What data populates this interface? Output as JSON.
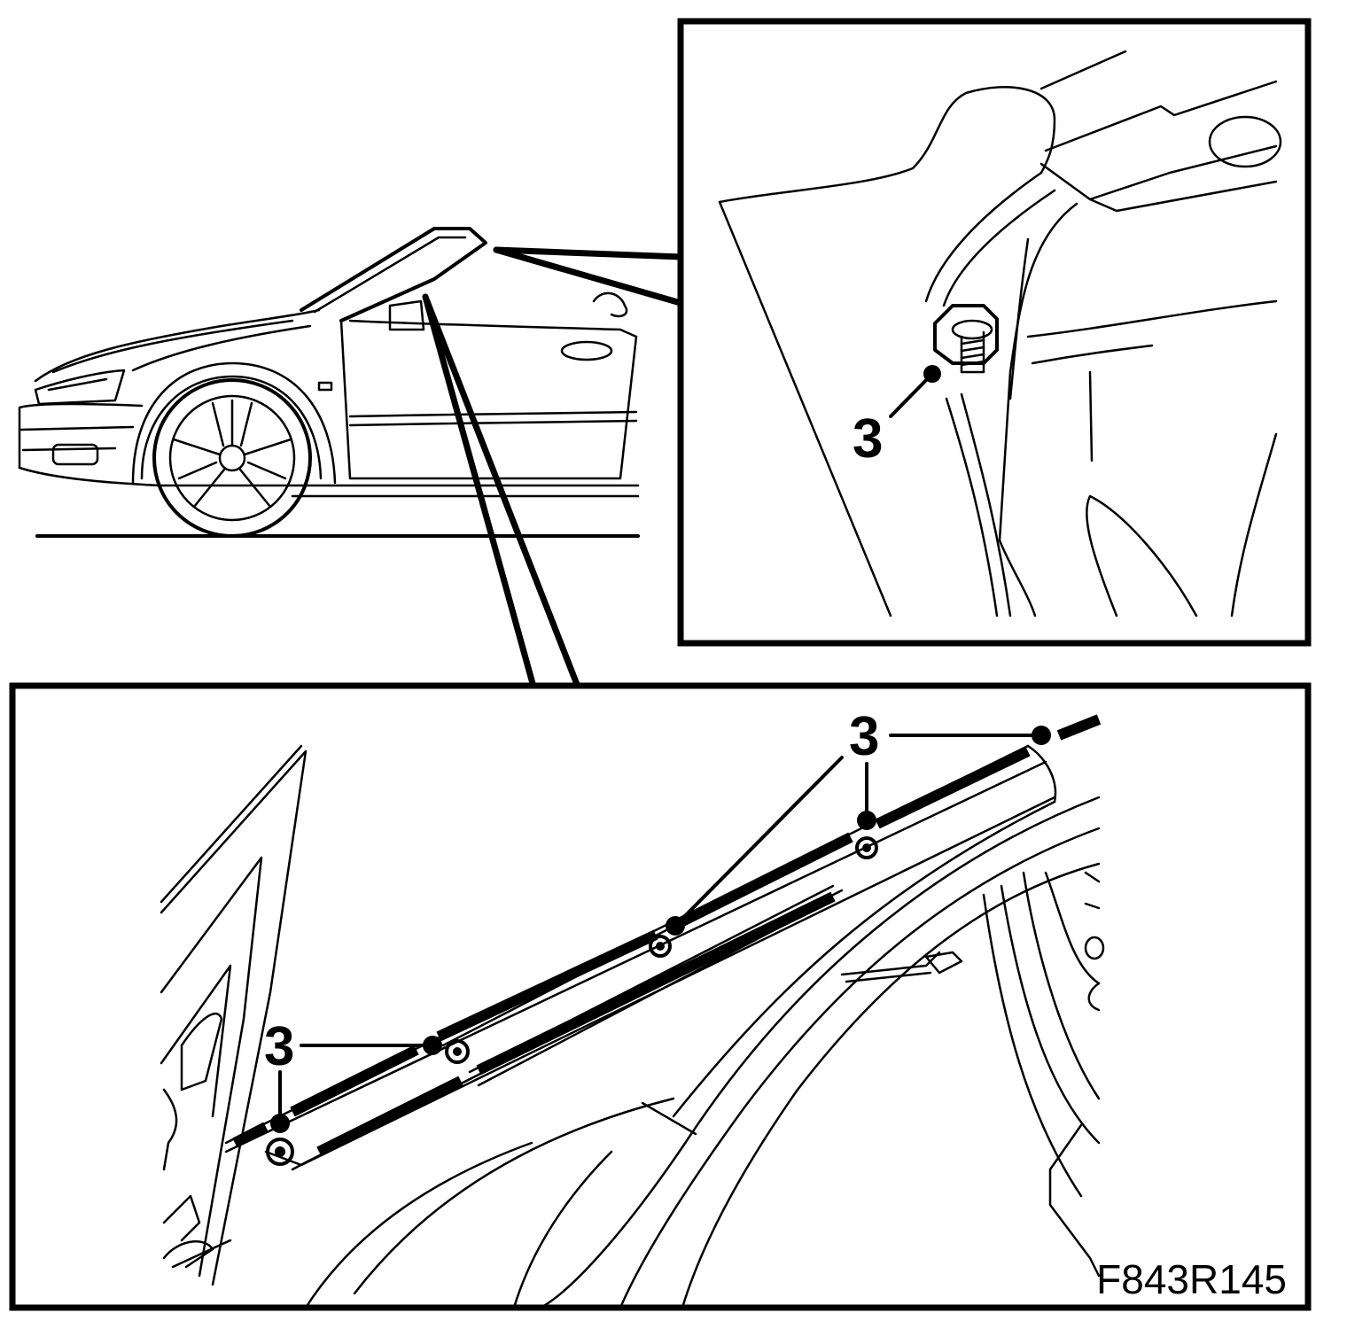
{
  "figure": {
    "inset_top_callouts": [
      "3"
    ],
    "inset_bottom_callouts": [
      "3",
      "3",
      "3"
    ],
    "figure_code": "F843R145"
  },
  "colors": {
    "line": "#000000",
    "background": "#ffffff"
  },
  "icons": [
    "car-overview-drawing",
    "bolt-detail-drawing",
    "windscreen-pillar-drawing"
  ]
}
